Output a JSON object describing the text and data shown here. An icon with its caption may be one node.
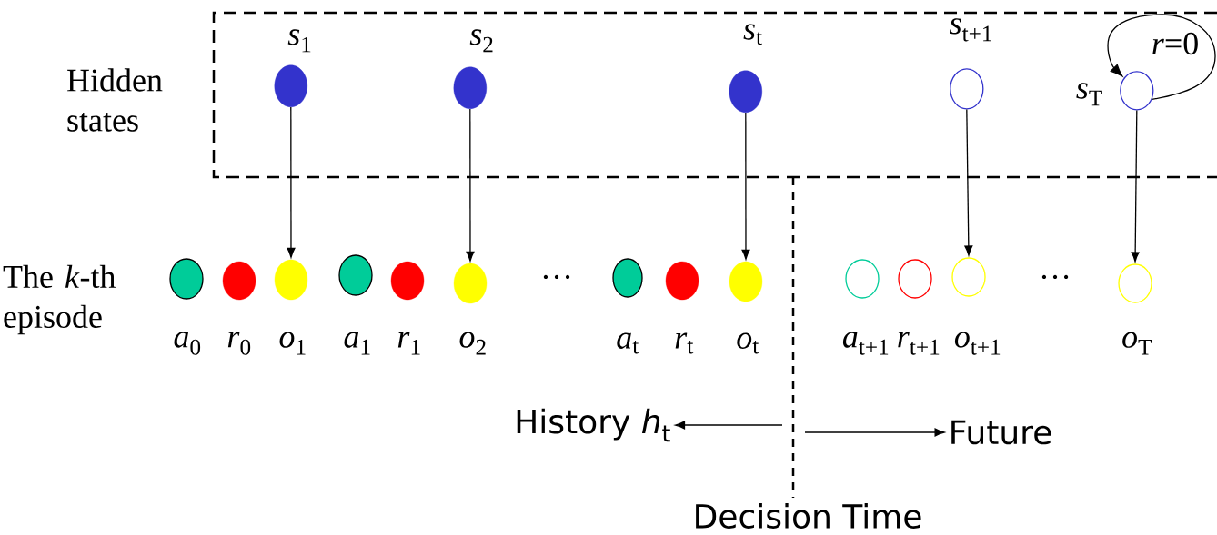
{
  "diagram": {
    "nodes": [
      {
        "text": [
          "Hidden states"
        ]
      },
      {
        "text": [],
        "shape": "circle",
        "in": 0,
        "beside": [
          "*s*$_{1}$"
        ]
      },
      {
        "text": [],
        "shape": "circle",
        "in": 0,
        "beside": [
          "*s*$_{2}$"
        ]
      },
      {
        "text": [],
        "shape": "circle",
        "in": 0,
        "beside": [
          "*s*$_{t}$"
        ]
      },
      {
        "text": [],
        "shape": "circle",
        "in": 0,
        "beside": [
          "*s*$_{t+1}$"
        ]
      },
      {
        "text": [],
        "shape": "circle",
        "in": 0,
        "beside": [
          "*s*$_{T}$"
        ]
      },
      {
        "text": [],
        "shape": "circle",
        "beside": [
          "*a*$_{0}$"
        ]
      },
      {
        "text": [],
        "shape": "circle",
        "beside": [
          "*r*$_{0}$"
        ]
      },
      {
        "text": [],
        "shape": "circle",
        "beside": [
          "*o*$_{1}$"
        ]
      },
      {
        "text": [],
        "shape": "circle",
        "beside": [
          "*a*$_{1}$"
        ]
      },
      {
        "text": [],
        "shape": "circle",
        "beside": [
          "*r*$_{1}$"
        ]
      },
      {
        "text": [],
        "shape": "circle",
        "beside": [
          "*o*$_{2}$"
        ]
      },
      {
        "text": [],
        "shape": "circle",
        "beside": [
          "*a*$_{t}$"
        ]
      },
      {
        "text": [],
        "shape": "circle",
        "beside": [
          "*r*$_{t}$"
        ]
      },
      {
        "text": [],
        "shape": "circle",
        "beside": [
          "*o*$_{t}$"
        ]
      },
      {
        "text": [],
        "shape": "circle",
        "beside": [
          "*a*$_{t+1}$"
        ]
      },
      {
        "text": [],
        "shape": "circle",
        "beside": [
          "*r*$_{t+1}$"
        ]
      },
      {
        "text": [],
        "shape": "circle",
        "beside": [
          "*o*$_{t+1}$"
        ]
      },
      {
        "text": [],
        "shape": "circle",
        "beside": [
          "*o*$_{T}$"
        ]
      },
      {
        "text": [
          "History *h*$_{t}$"
        ]
      },
      {
        "text": [
          "Future"
        ]
      }
    ],
    "edges": [
      {
        "from": 1,
        "to": 8,
        "arrow": "to"
      },
      {
        "from": 2,
        "to": 11,
        "arrow": "to"
      },
      {
        "from": 3,
        "to": 14,
        "arrow": "to"
      },
      {
        "from": 4,
        "to": 17,
        "arrow": "to"
      },
      {
        "from": 5,
        "to": 18,
        "arrow": "to"
      },
      {
        "from": 5,
        "to": 5,
        "arrow": "to",
        "label": "*r*=0"
      },
      {
        "from": null,
        "to": 19,
        "arrow": "to"
      },
      {
        "from": null,
        "to": 20,
        "arrow": "to"
      }
    ],
    "labels": [
      "The *k*-th episode",
      "…",
      "…",
      "Decision Time"
    ]
  }
}
